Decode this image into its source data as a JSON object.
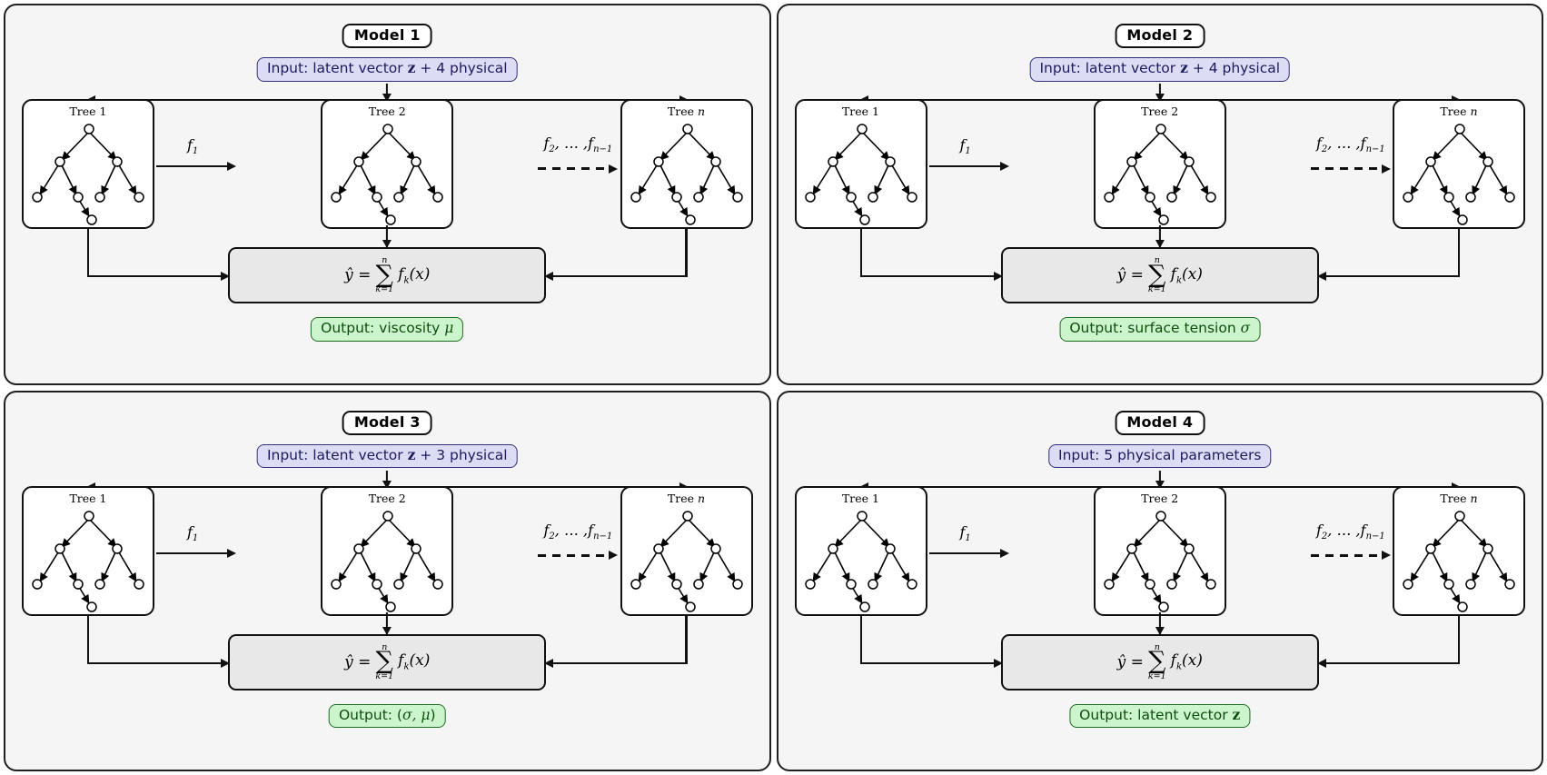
{
  "figure": {
    "type": "diagram",
    "description": "Four gradient-boosted-tree model schematics",
    "colors": {
      "panel_bg": "#f5f5f5",
      "panel_border": "#202020",
      "input_bg": "#dcdcf5",
      "input_border": "#30307a",
      "output_bg": "#cdf5cd",
      "output_border": "#1f6b1f",
      "sum_box_bg": "#e8e8e8",
      "tree_box_bg": "#ffffff",
      "stroke": "#111111"
    }
  },
  "shared": {
    "tree_labels": [
      "Tree 1",
      "Tree 2",
      "Tree n"
    ],
    "tree_label_italic_suffix": "n",
    "f1_label": "f",
    "f1_sub": "1",
    "f2_label": "f",
    "f2_sub": "2",
    "f_series_label": "f₂, … , f_{n−1}",
    "sum_lhs": "ŷ =",
    "sum_upper": "n",
    "sum_symbol": "∑",
    "sum_lower": "k=1",
    "sum_rhs": "f",
    "sum_rhs_sub": "k",
    "sum_rhs_arg": "(x)",
    "tree_nodes": {
      "root": 1,
      "level2": 2,
      "level3": 4,
      "extra_leaf": 1,
      "total": 8
    }
  },
  "panels": [
    {
      "id": "model-1",
      "title": "Model 1",
      "input_prefix": "Input:",
      "input_text": "latent vector z + 4 physical",
      "input_parts": {
        "lead": "Input:  latent vector ",
        "bold": "z",
        "tail": " + 4 physical"
      },
      "output_prefix": "Output:",
      "output_text": "viscosity μ",
      "output_parts": {
        "lead": "Output:  viscosity ",
        "symbol": "μ",
        "tail": ""
      }
    },
    {
      "id": "model-2",
      "title": "Model 2",
      "input_prefix": "Input:",
      "input_text": "latent vector z + 4 physical",
      "input_parts": {
        "lead": "Input:  latent vector ",
        "bold": "z",
        "tail": " + 4 physical"
      },
      "output_prefix": "Output:",
      "output_text": "surface tension σ",
      "output_parts": {
        "lead": "Output:  surface tension ",
        "symbol": "σ",
        "tail": ""
      }
    },
    {
      "id": "model-3",
      "title": "Model 3",
      "input_prefix": "Input:",
      "input_text": "latent vector z + 3 physical",
      "input_parts": {
        "lead": "Input:  latent vector ",
        "bold": "z",
        "tail": " + 3 physical"
      },
      "output_prefix": "Output:",
      "output_text": "(σ, μ)",
      "output_parts": {
        "lead": "Output:  (",
        "symbol": "σ, μ",
        "tail": ")"
      }
    },
    {
      "id": "model-4",
      "title": "Model 4",
      "input_prefix": "Input:",
      "input_text": "5 physical parameters",
      "input_parts": {
        "lead": "Input:  5 physical parameters",
        "bold": "",
        "tail": ""
      },
      "output_prefix": "Output:",
      "output_text": "latent vector z",
      "output_parts": {
        "lead": "Output:  latent vector ",
        "symbol": "z",
        "tail": ""
      }
    }
  ]
}
